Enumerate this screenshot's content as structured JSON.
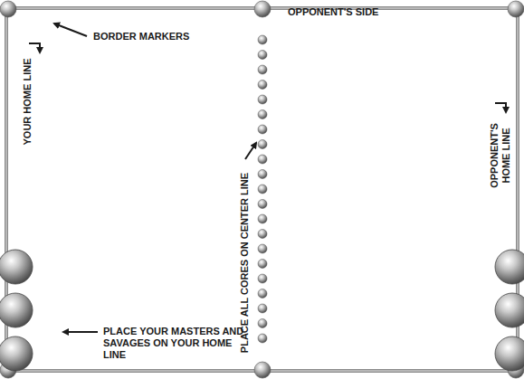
{
  "diagram": {
    "labels": [
      "BORDER MARKERS",
      "OPPONENT'S SIDE",
      "YOUR HOME LINE",
      "PLACE ALL CORES ON CENTER LINE",
      "OPPONENT'S HOME LINE",
      "PLACE YOUR MASTERS AND SAVAGES ON YOUR HOME LINE"
    ]
  }
}
